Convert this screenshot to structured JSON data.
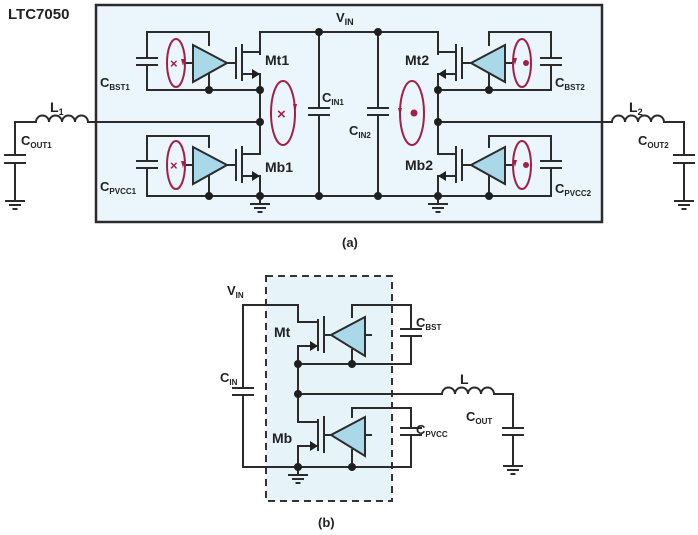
{
  "diagram_a": {
    "chip_label": "LTC7050",
    "vin": {
      "main": "V",
      "sub": "IN"
    },
    "caption": "(a)",
    "transistors": {
      "mt1": "Mt1",
      "mb1": "Mb1",
      "mt2": "Mt2",
      "mb2": "Mb2"
    },
    "caps": {
      "cbst1": {
        "main": "C",
        "sub": "BST1"
      },
      "cpvcc1": {
        "main": "C",
        "sub": "PVCC1"
      },
      "cbst2": {
        "main": "C",
        "sub": "BST2"
      },
      "cpvcc2": {
        "main": "C",
        "sub": "PVCC2"
      },
      "cin1": {
        "main": "C",
        "sub": "IN1"
      },
      "cin2": {
        "main": "C",
        "sub": "IN2"
      },
      "cout1": {
        "main": "C",
        "sub": "OUT1"
      },
      "cout2": {
        "main": "C",
        "sub": "OUT2"
      }
    },
    "inductors": {
      "l1": {
        "main": "L",
        "sub": "1"
      },
      "l2": {
        "main": "L",
        "sub": "2"
      }
    },
    "loop_markers": {
      "phase1": "x (into page)",
      "phase2": "dot (out of page)"
    }
  },
  "diagram_b": {
    "caption": "(b)",
    "vin": {
      "main": "V",
      "sub": "IN"
    },
    "transistors": {
      "mt": "Mt",
      "mb": "Mb"
    },
    "caps": {
      "cin": {
        "main": "C",
        "sub": "IN"
      },
      "cbst": {
        "main": "C",
        "sub": "BST"
      },
      "cpvcc": {
        "main": "C",
        "sub": "PVCC"
      },
      "cout": {
        "main": "C",
        "sub": "OUT"
      }
    },
    "inductor": {
      "main": "L"
    }
  },
  "colors": {
    "wire": "#2b2b2b",
    "driver_fill": "#a9d8e8",
    "chip_fill": "#eaf6fb",
    "loop": "#a31f4a"
  }
}
